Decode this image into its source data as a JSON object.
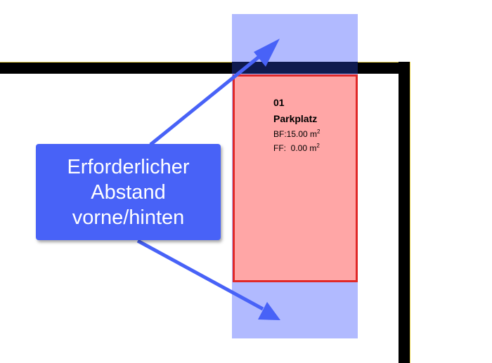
{
  "parking": {
    "number": "01",
    "name": "Parkplatz",
    "bf_label": "BF:",
    "bf_value": "15.00 m",
    "ff_label": "FF:",
    "ff_value": "0.00 m",
    "unit_exponent": "2"
  },
  "callout": {
    "line1": "Erforderlicher",
    "line2": "Abstand",
    "line3": "vorne/hinten"
  },
  "colors": {
    "clearance": "#b1baff",
    "parking_fill": "#ffa6a6",
    "parking_border": "#e02828",
    "callout": "#4862f7",
    "wall": "#000000"
  }
}
